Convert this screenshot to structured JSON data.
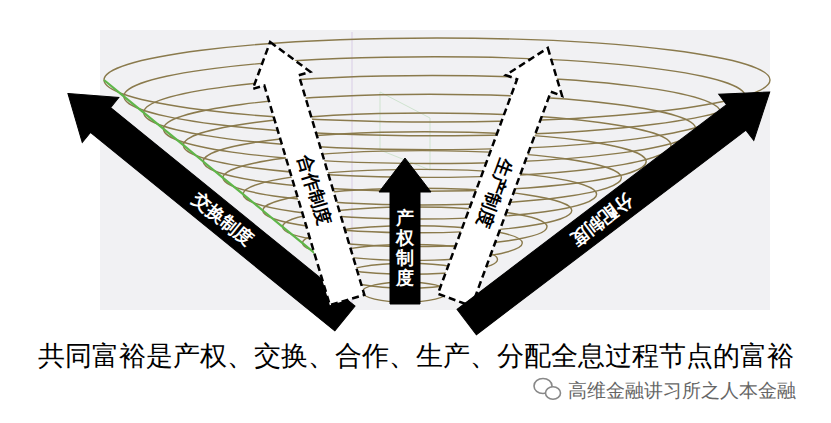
{
  "diagram": {
    "caption": "共同富裕是产权、交换、合作、生产、分配全息过程节点的富裕",
    "nodes": [
      {
        "text": [
          "交换制度"
        ]
      },
      {
        "text": [
          "合作制度"
        ]
      },
      {
        "text": [
          "产权制度"
        ]
      },
      {
        "text": [
          "生产制度"
        ]
      },
      {
        "text": [
          "分配制度"
        ]
      }
    ],
    "labels": [
      "高维金融讲习所之人本金融"
    ]
  }
}
